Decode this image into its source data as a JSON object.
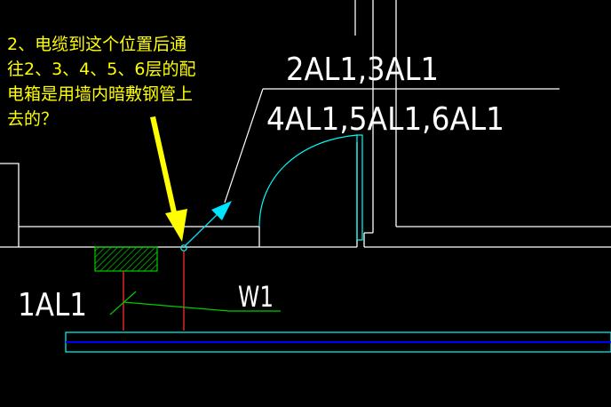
{
  "question": {
    "text": "2、电缆到这个位置后通\n往2、3、4、5、6层的配\n电箱是用墙内暗敷钢管上\n去的？"
  },
  "labels": {
    "upper_floors_line1": "2AL1,3AL1",
    "upper_floors_line2": "4AL1,5AL1,6AL1",
    "panel_label": "1AL1",
    "cable_label": "W1"
  },
  "colors": {
    "background": "#000000",
    "question_text": "#ffff00",
    "wall_lines": "#ffffff",
    "door_swing": "#00ffff",
    "cable_riser": "#ff2a2a",
    "panel_hatch": "#00cc00",
    "leader_arrow": "#00e5ff",
    "pointer_arrow": "#ffff00",
    "cable_tray_fill": "#0000ff"
  }
}
